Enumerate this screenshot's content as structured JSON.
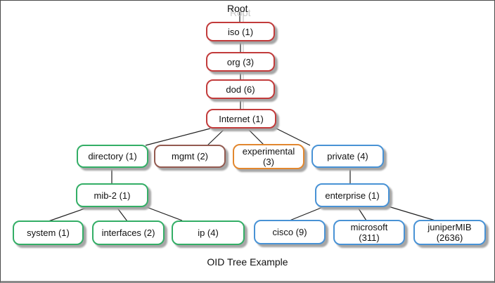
{
  "diagram": {
    "root_label": "Root",
    "caption": "OID Tree Example",
    "colors": {
      "red": "#c23b3b",
      "brown": "#935a50",
      "green": "#33ae66",
      "orange": "#e2872e",
      "blue": "#4892d5",
      "line": "#202020",
      "shadow": "#a6a6a6"
    },
    "nodes": {
      "iso": {
        "label": "iso (1)"
      },
      "org": {
        "label": "org (3)"
      },
      "dod": {
        "label": "dod (6)"
      },
      "internet": {
        "label": "Internet (1)"
      },
      "directory": {
        "label": "directory (1)"
      },
      "mgmt": {
        "label": "mgmt (2)"
      },
      "experimental": {
        "label": "experimental\n(3)"
      },
      "private": {
        "label": "private (4)"
      },
      "mib2": {
        "label": "mib-2 (1)"
      },
      "enterprise": {
        "label": "enterprise (1)"
      },
      "system": {
        "label": "system (1)"
      },
      "interfaces": {
        "label": "interfaces (2)"
      },
      "ip": {
        "label": "ip (4)"
      },
      "cisco": {
        "label": "cisco (9)"
      },
      "microsoft": {
        "label": "microsoft\n(311)"
      },
      "junipermib": {
        "label": "juniperMIB\n(2636)"
      }
    }
  }
}
